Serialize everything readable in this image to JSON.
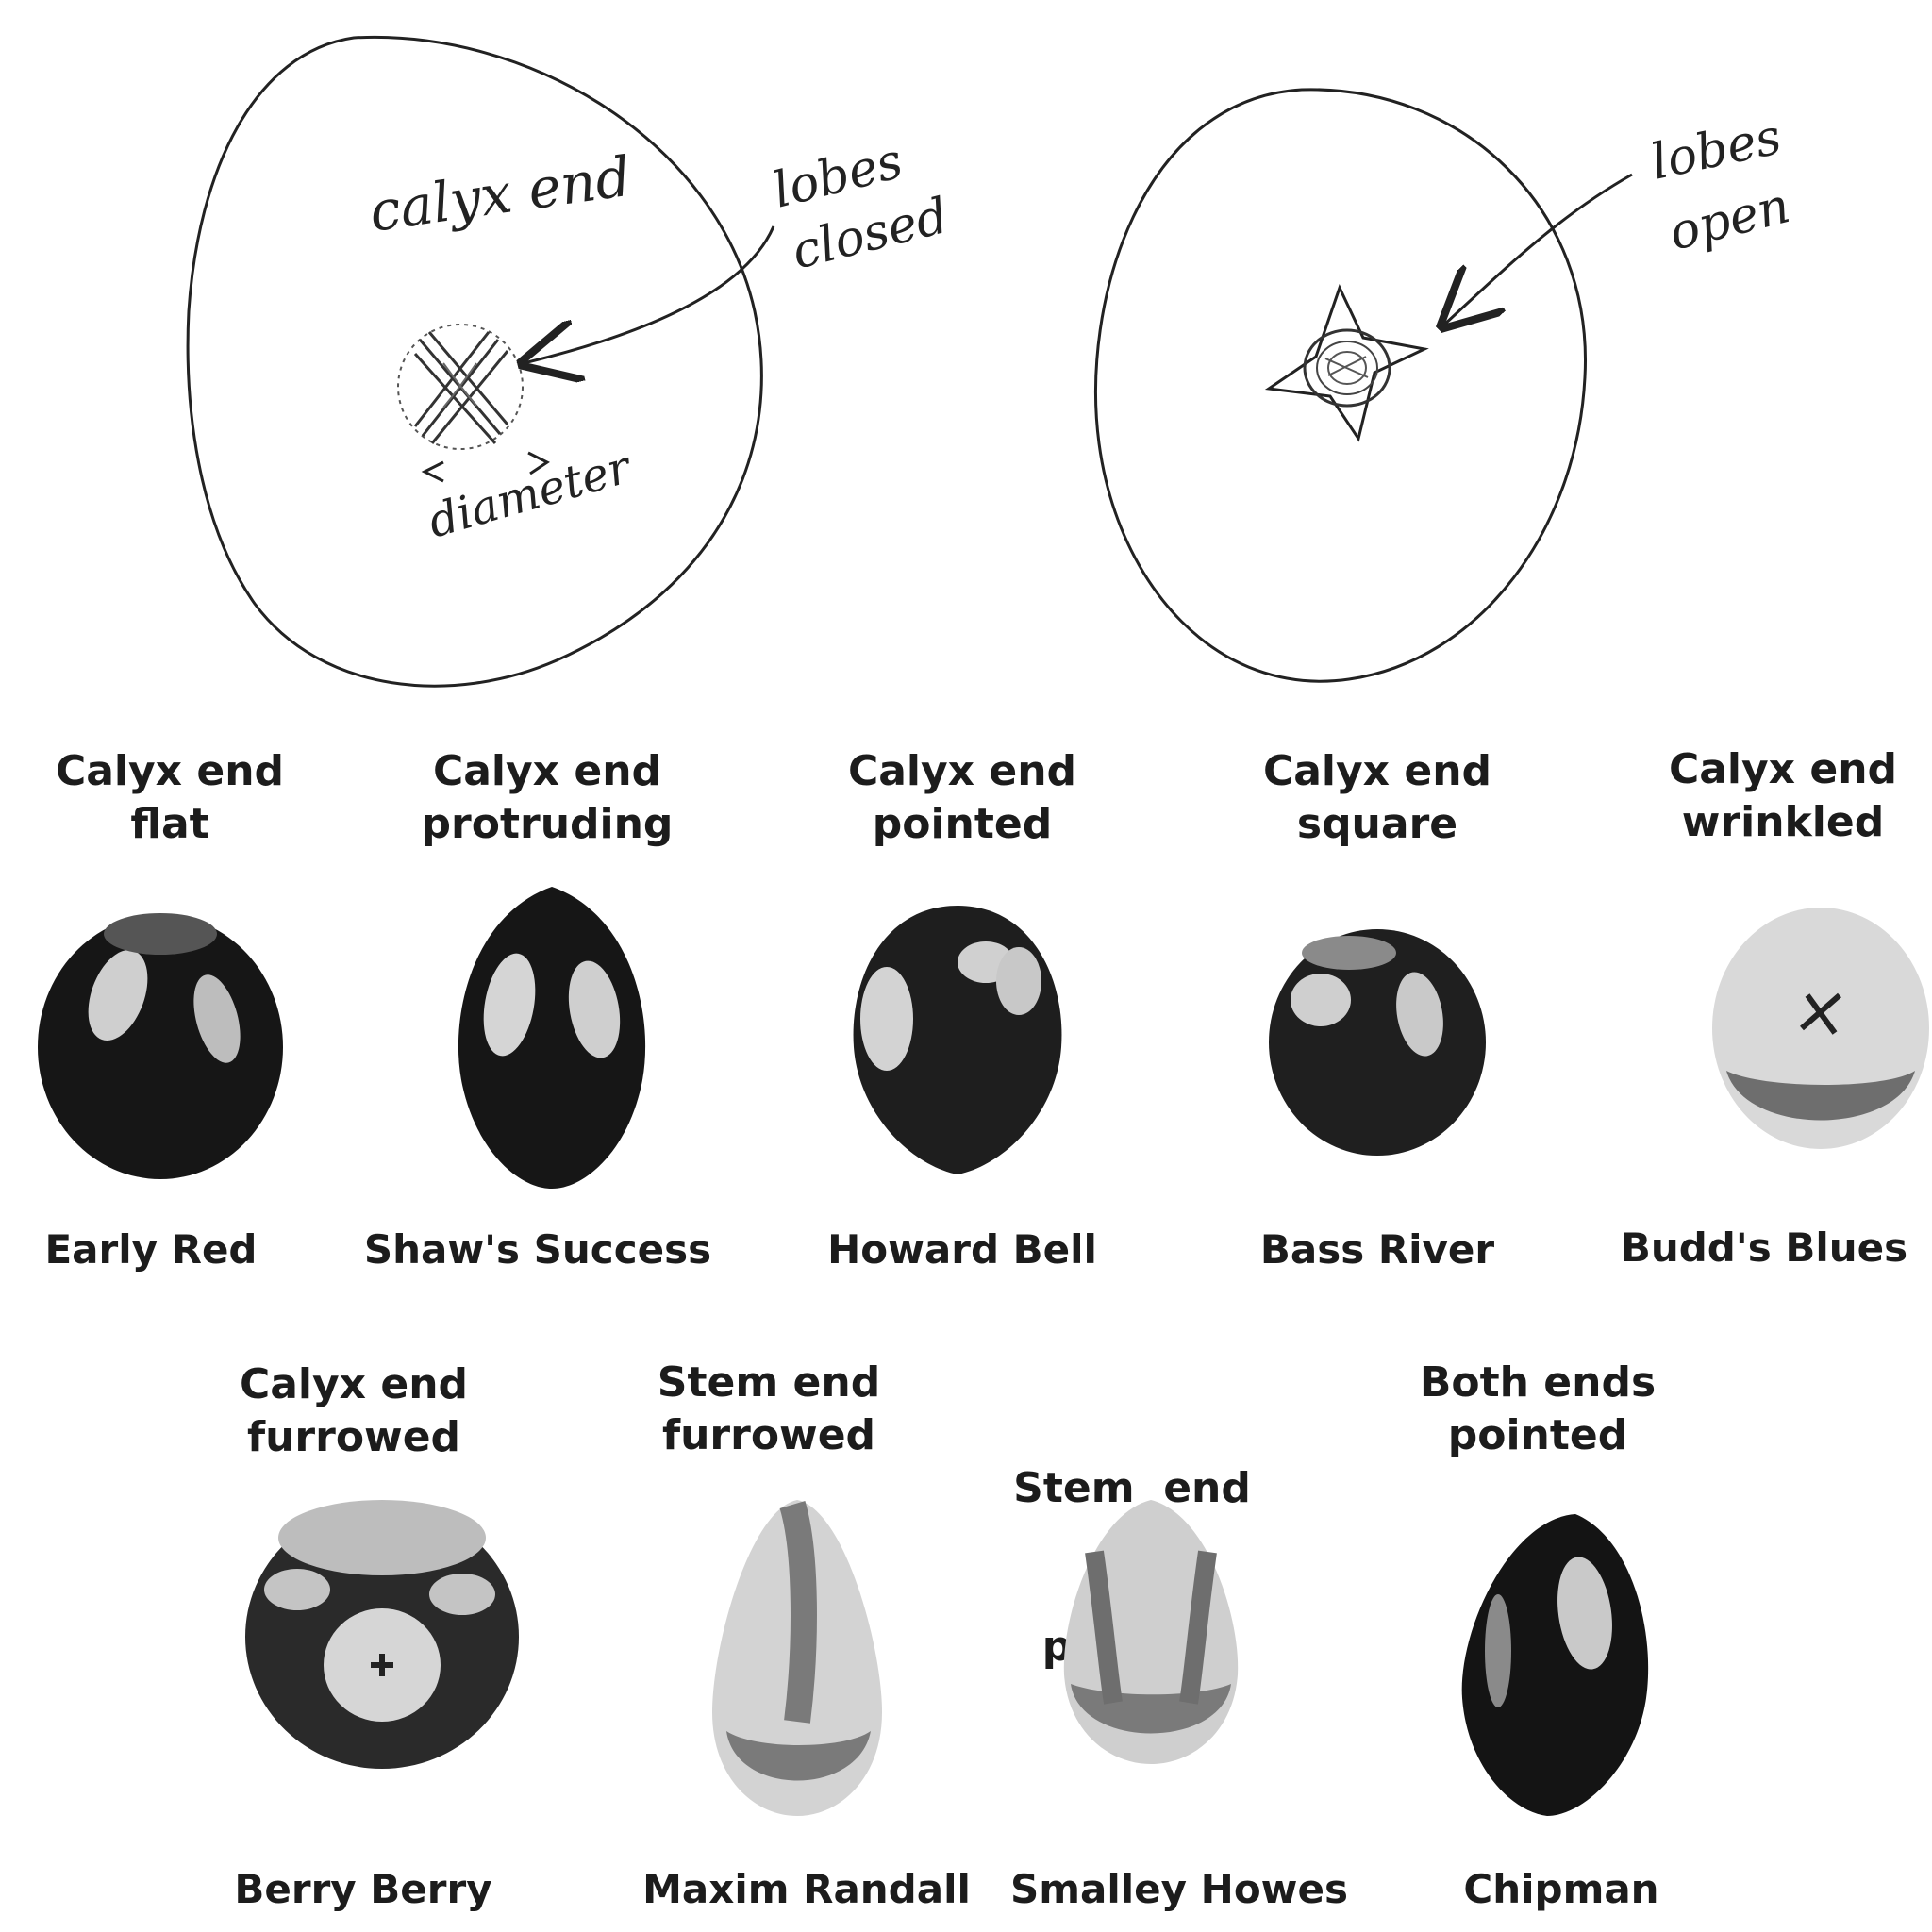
{
  "sketches": {
    "left": {
      "calyx_label": "calyx end",
      "pointer_label_line1": "lobes",
      "pointer_label_line2": "closed",
      "diameter_label": "diameter"
    },
    "right": {
      "pointer_label_line1": "lobes",
      "pointer_label_line2": "open"
    }
  },
  "berries": [
    {
      "caption": [
        "Calyx end",
        "flat"
      ],
      "name": "Early Red"
    },
    {
      "caption": [
        "Calyx end",
        "protruding"
      ],
      "name": "Shaw's Success"
    },
    {
      "caption": [
        "Calyx end",
        "pointed"
      ],
      "name": "Howard Bell"
    },
    {
      "caption": [
        "Calyx end",
        "square"
      ],
      "name": "Bass River"
    },
    {
      "caption": [
        "Calyx end",
        "wrinkled"
      ],
      "name": "Budd's Blues"
    },
    {
      "caption": [
        "Calyx end",
        "furrowed"
      ],
      "name": "Berry Berry"
    },
    {
      "caption": [
        "Stem end",
        "furrowed"
      ],
      "name": "Maxim Randall"
    },
    {
      "caption": [
        "Stem  end",
        "pointed"
      ],
      "name": "Smalley Howes"
    },
    {
      "caption": [
        "Both ends",
        "pointed"
      ],
      "name": "Chipman"
    }
  ],
  "colors": {
    "dark_berry": "#161616",
    "light_berry": "#d9d9d9",
    "mid_berry": "#7a7a7a"
  }
}
